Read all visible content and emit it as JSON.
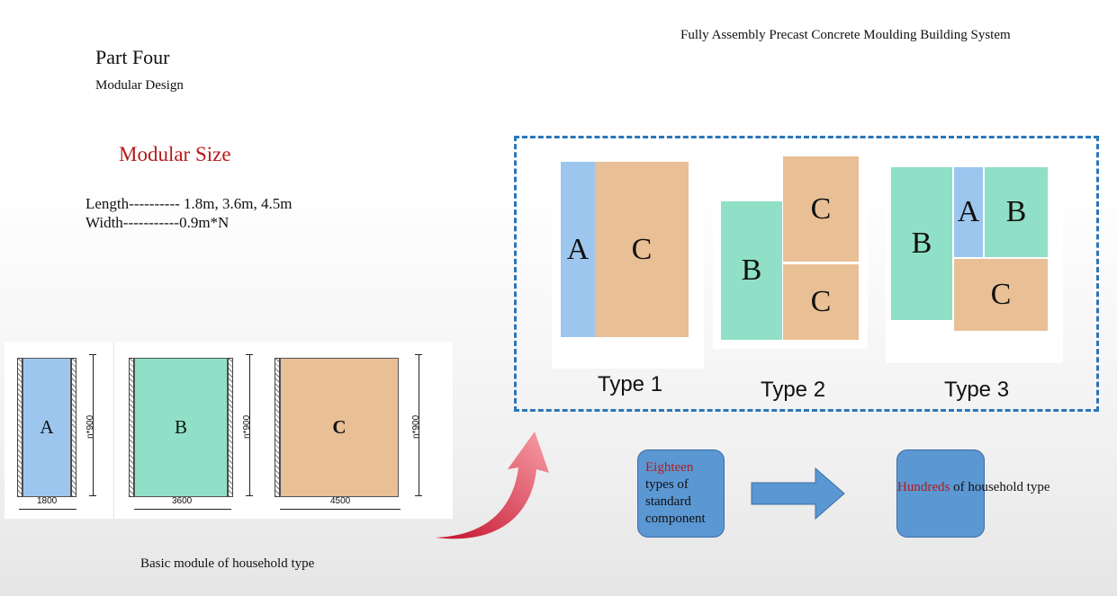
{
  "header": {
    "title": "Fully Assembly Precast Concrete Moulding Building System"
  },
  "section": {
    "title": "Part Four",
    "subtitle": "Modular Design"
  },
  "modular_size": {
    "heading": "Modular Size",
    "length": "Length---------- 1.8m, 3.6m, 4.5m",
    "width": "Width-----------0.9m*N"
  },
  "modules": {
    "a": {
      "label": "A",
      "width_dim": "1800",
      "height_dim": "n*900",
      "color": "#9cc6ee"
    },
    "b": {
      "label": "B",
      "width_dim": "3600",
      "height_dim": "n*900",
      "color": "#8fe0c6"
    },
    "c": {
      "label": "C",
      "width_dim": "4500",
      "height_dim": "n*900",
      "color": "#e9bf95"
    },
    "caption": "Basic module of household type"
  },
  "types": {
    "type1": {
      "label": "Type 1",
      "rooms": [
        "A",
        "C"
      ]
    },
    "type2": {
      "label": "Type 2",
      "rooms": [
        "B",
        "C",
        "C"
      ]
    },
    "type3": {
      "label": "Type 3",
      "rooms": [
        "A",
        "B",
        "B",
        "C"
      ]
    },
    "frame_color": "#2b76b8"
  },
  "flow": {
    "left_box": {
      "highlight": "Eighteen",
      "rest": "types of standard component"
    },
    "right_box": {
      "highlight": "Hundreds",
      "rest": " of household type"
    },
    "arrow_icon": "right-arrow-icon",
    "curve_arrow_icon": "curved-up-arrow-icon"
  }
}
